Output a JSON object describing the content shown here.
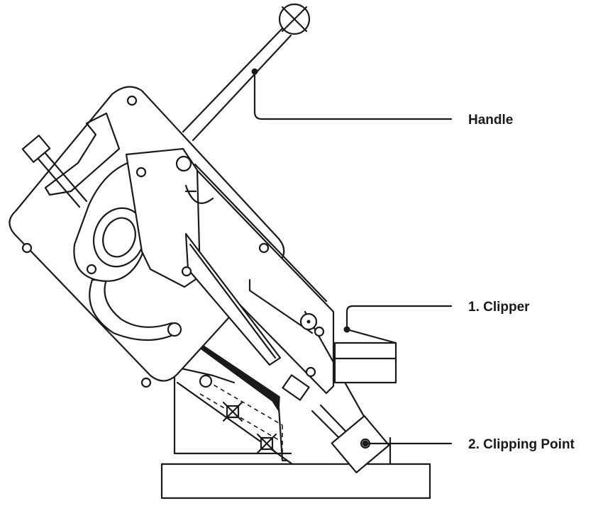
{
  "labels": {
    "handle": "Handle",
    "clipper": "1. Clipper",
    "clipping_point": "2. Clipping Point"
  },
  "colors": {
    "line": "#1a1a1a",
    "background": "#ffffff"
  }
}
